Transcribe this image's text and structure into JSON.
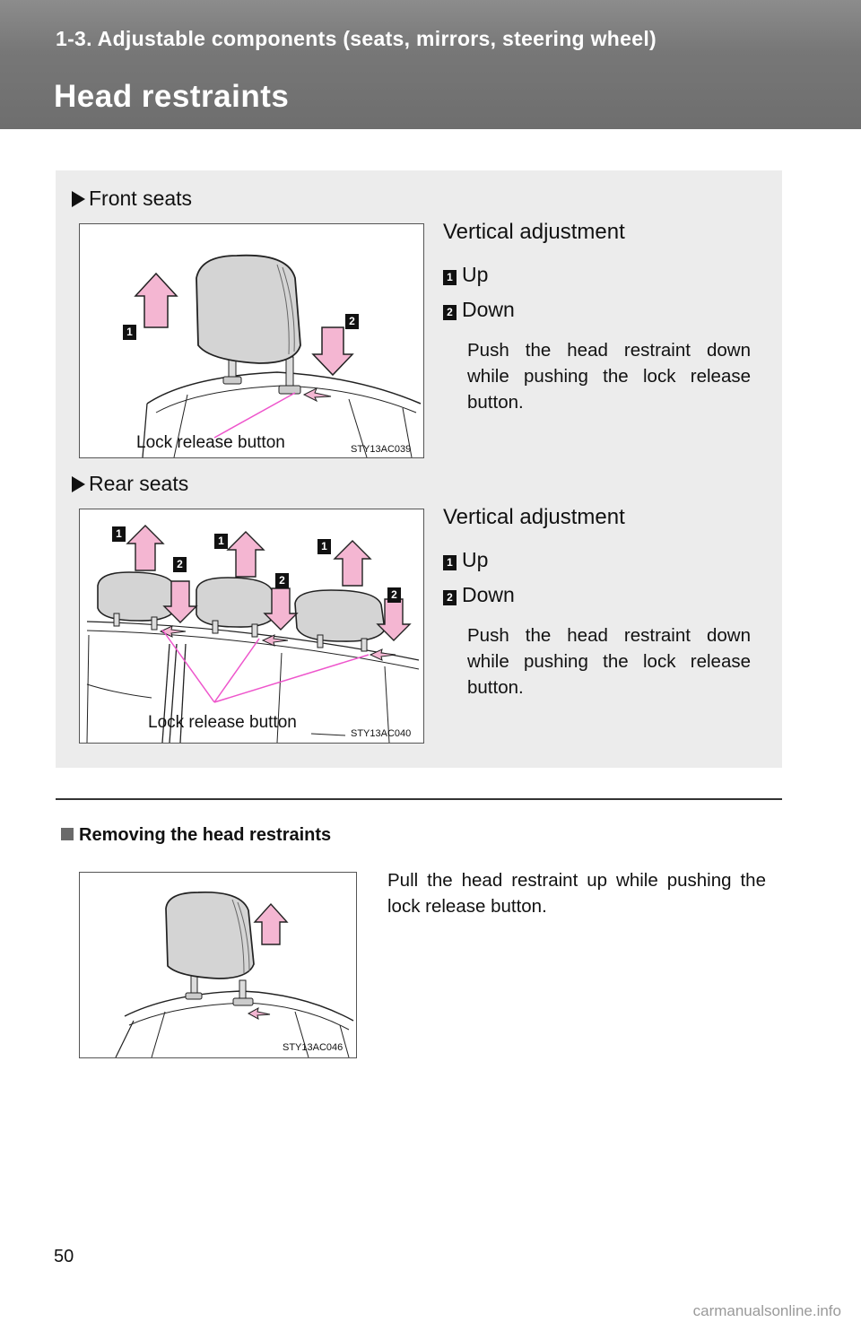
{
  "header": {
    "section": "1-3. Adjustable components (seats, mirrors, steering wheel)",
    "title": "Head restraints"
  },
  "front": {
    "label": "Front seats",
    "heading": "Vertical adjustment",
    "steps": [
      {
        "num": "1",
        "text": "Up"
      },
      {
        "num": "2",
        "text": "Down"
      }
    ],
    "description": "Push the head restraint down while pushing the lock release button.",
    "figure": {
      "callout": "Lock release button",
      "code": "STY13AC039",
      "badges": [
        "1",
        "2"
      ]
    }
  },
  "rear": {
    "label": "Rear seats",
    "heading": "Vertical adjustment",
    "steps": [
      {
        "num": "1",
        "text": "Up"
      },
      {
        "num": "2",
        "text": "Down"
      }
    ],
    "description": "Push the head restraint down while pushing the lock release button.",
    "figure": {
      "callout": "Lock release button",
      "code": "STY13AC040",
      "badges": [
        "1",
        "2"
      ]
    }
  },
  "removing": {
    "heading": "Removing the head restraints",
    "description": "Pull the head restraint up while pushing the lock release button.",
    "figure": {
      "code": "STY13AC046"
    }
  },
  "footer": {
    "page_number": "50",
    "watermark": "carmanualsonline.info"
  },
  "colors": {
    "arrow_pink": "#f4b6d2",
    "header_gray": "#777777",
    "panel_gray": "#ececec"
  }
}
